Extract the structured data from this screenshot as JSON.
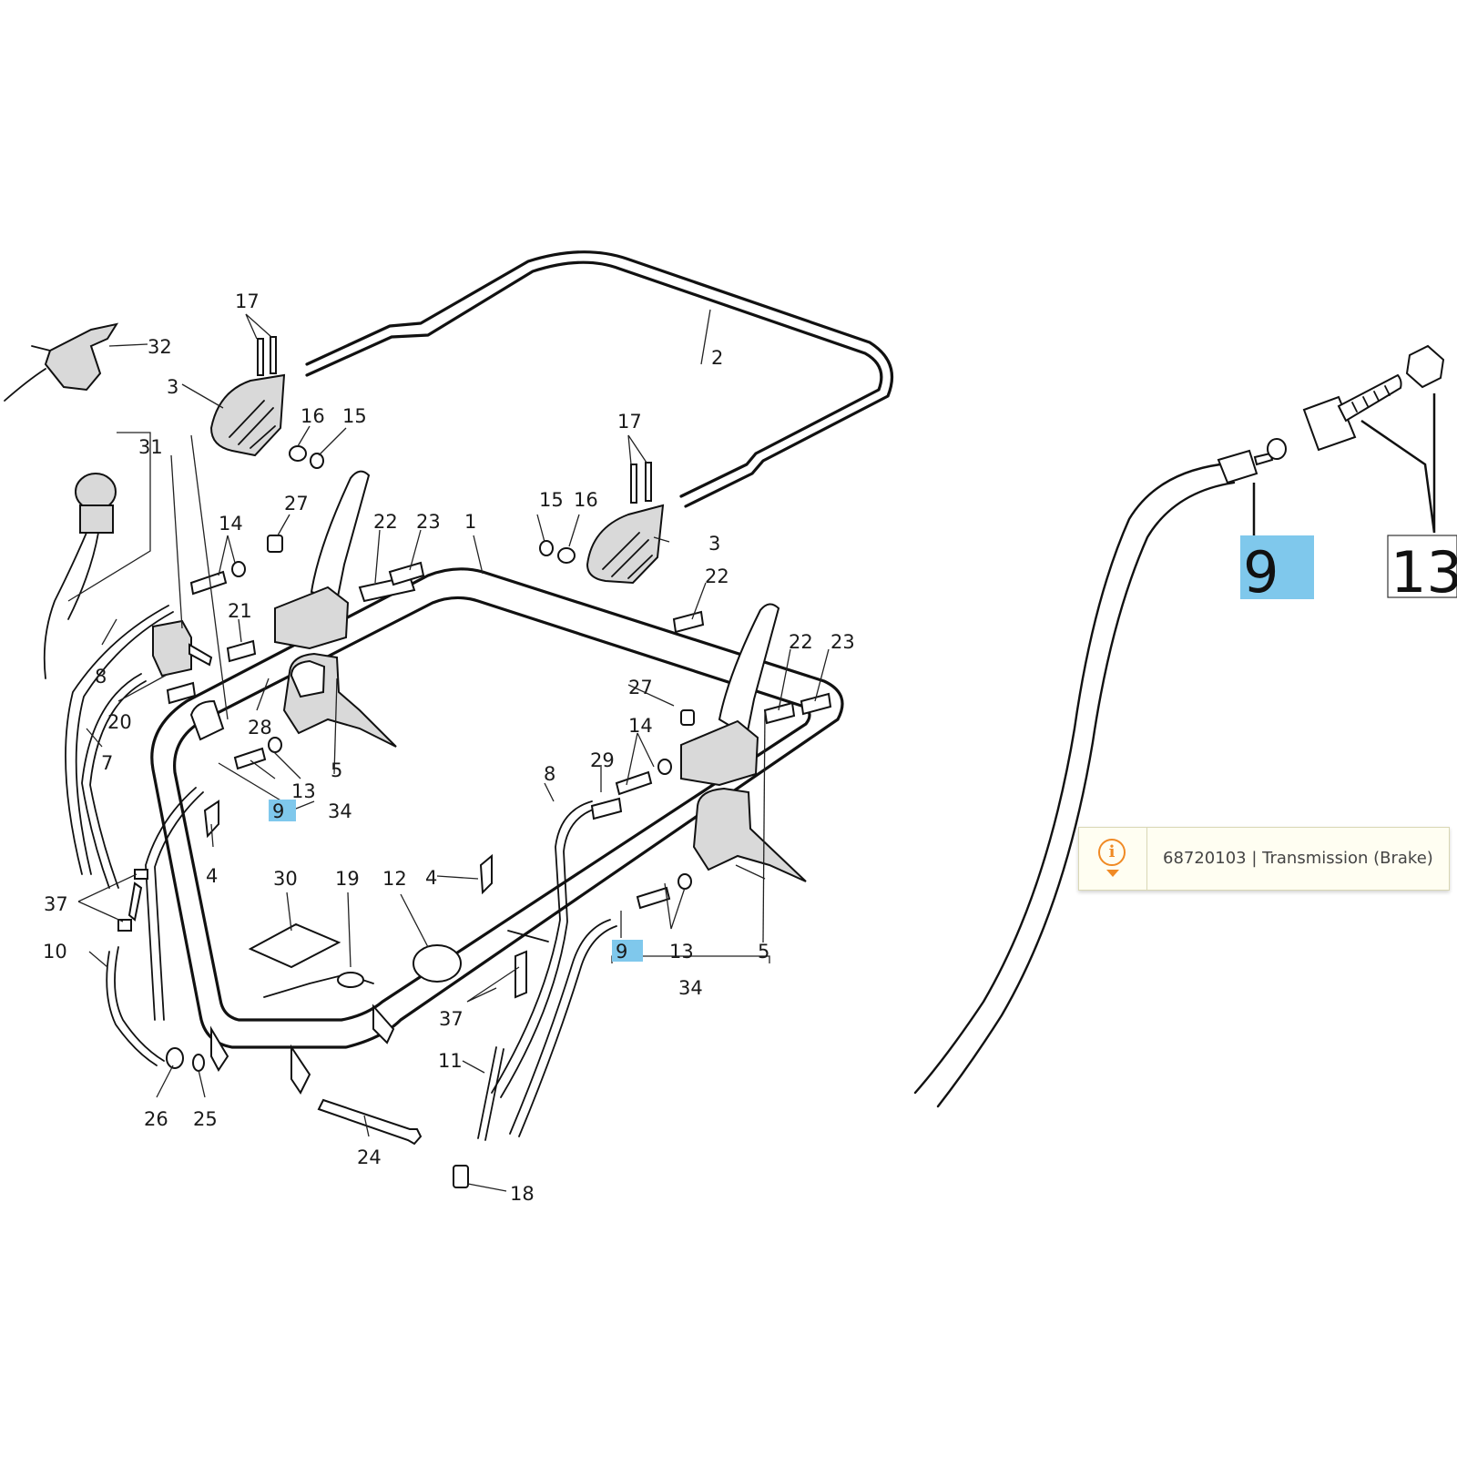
{
  "labels": {
    "l1": "1",
    "l2": "2",
    "l3a": "3",
    "l3b": "3",
    "l4a": "4",
    "l4b": "4",
    "l5a": "5",
    "l5b": "5",
    "l7": "7",
    "l8a": "8",
    "l8b": "8",
    "l9a": "9",
    "l9b": "9",
    "l10": "10",
    "l11": "11",
    "l12": "12",
    "l13a": "13",
    "l13b": "13",
    "l14a": "14",
    "l14b": "14",
    "l15a": "15",
    "l15b": "15",
    "l16a": "16",
    "l16b": "16",
    "l17a": "17",
    "l17b": "17",
    "l18": "18",
    "l19": "19",
    "l20": "20",
    "l21": "21",
    "l22a": "22",
    "l22b": "22",
    "l22c": "22",
    "l23a": "23",
    "l23b": "23",
    "l24": "24",
    "l25": "25",
    "l26": "26",
    "l27a": "27",
    "l27b": "27",
    "l28": "28",
    "l29": "29",
    "l30": "30",
    "l31": "31",
    "l32": "32",
    "l34a": "34",
    "l34b": "34",
    "l37a": "37",
    "l37b": "37"
  },
  "detail": {
    "label_9": "9",
    "label_13": "13"
  },
  "callout": {
    "text": "68720103 | Transmission (Brake)",
    "icon": "info-icon",
    "accent_color": "#f08a24"
  },
  "highlight_color": "#7fc8ec"
}
